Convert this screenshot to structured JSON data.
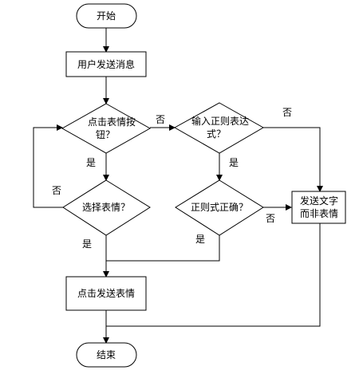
{
  "nodes": {
    "start": "开始",
    "receive": "用户发送消息",
    "click_emoji_line1": "点击表情按",
    "click_emoji_line2": "钮？",
    "regex_input_line1": "输入正则表达",
    "regex_input_line2": "式？",
    "choose_emoji": "选择表情？",
    "regex_valid": "正则式正确？",
    "send_text_line1": "发送文字",
    "send_text_line2": "而非表情",
    "send_emoji": "点击发送表情",
    "end": "结束"
  },
  "edges": {
    "click_emoji_no": "否",
    "regex_input_no": "否",
    "click_emoji_yes": "是",
    "regex_input_yes": "是",
    "choose_emoji_no": "否",
    "regex_valid_no": "否",
    "choose_emoji_yes": "是",
    "regex_valid_yes": "是"
  }
}
